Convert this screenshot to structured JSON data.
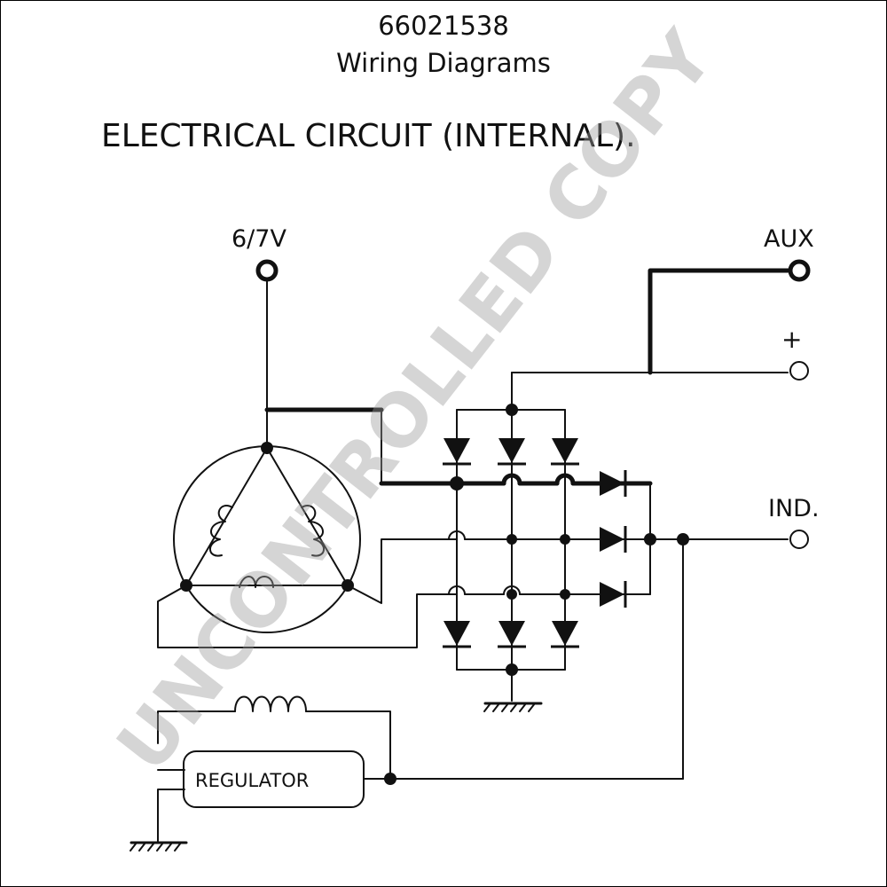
{
  "header": {
    "part_number": "66021538",
    "sheet_title": "Wiring Diagrams",
    "circuit_heading": "ELECTRICAL CIRCUIT (INTERNAL)."
  },
  "terminals": {
    "phase_tap": "6/7V",
    "aux": "AUX",
    "positive": "+",
    "indicator": "IND."
  },
  "components": {
    "regulator": "REGULATOR"
  },
  "watermark": "UNCONTROLLED COPY",
  "colors": {
    "line": "#111111",
    "watermark": "#9a9a9a",
    "background": "#ffffff"
  }
}
